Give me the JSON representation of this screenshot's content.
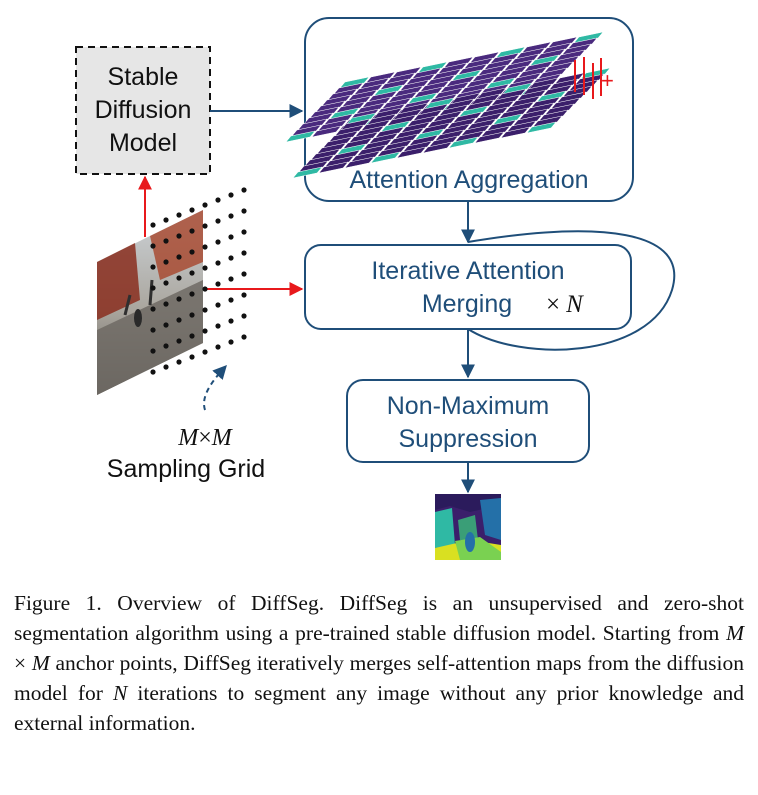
{
  "colors": {
    "box_stroke": "#1f4e79",
    "arrow_blue": "#1f4e79",
    "arrow_red": "#e8191c",
    "sd_fill": "#e6e6e6",
    "attention_low": "#3b1f6b",
    "attention_high": "#2fb9a4"
  },
  "icons": [
    "photo-thumbnail",
    "dot-grid",
    "segmentation-map-thumbnail",
    "attention-maps-stack"
  ],
  "diagram": {
    "stable_diffusion": {
      "line1": "Stable",
      "line2": "Diffusion",
      "line3": "Model"
    },
    "attention_aggregation": {
      "label": "Attention Aggregation",
      "plus": "+"
    },
    "iterative_merging": {
      "line1": "Iterative Attention",
      "line2": "Merging",
      "times": "×",
      "n": "N"
    },
    "nms": {
      "line1": "Non-Maximum",
      "line2": "Suppression"
    },
    "sampling_grid": {
      "m1": "M",
      "times": "×",
      "m2": "M",
      "label": "Sampling Grid"
    }
  },
  "caption": {
    "p1": "Figure 1.  Overview of DiffSeg.  DiffSeg is an unsupervised and zero-shot segmentation algorithm using a pre-trained stable diffusion model. Starting from ",
    "m1": "M",
    "x": " × ",
    "m2": "M",
    "p2": " anchor points, DiffSeg iteratively merges self-attention maps from the diffusion model for ",
    "n": "N",
    "p3": " iterations to segment any image without any prior knowledge and external information."
  }
}
